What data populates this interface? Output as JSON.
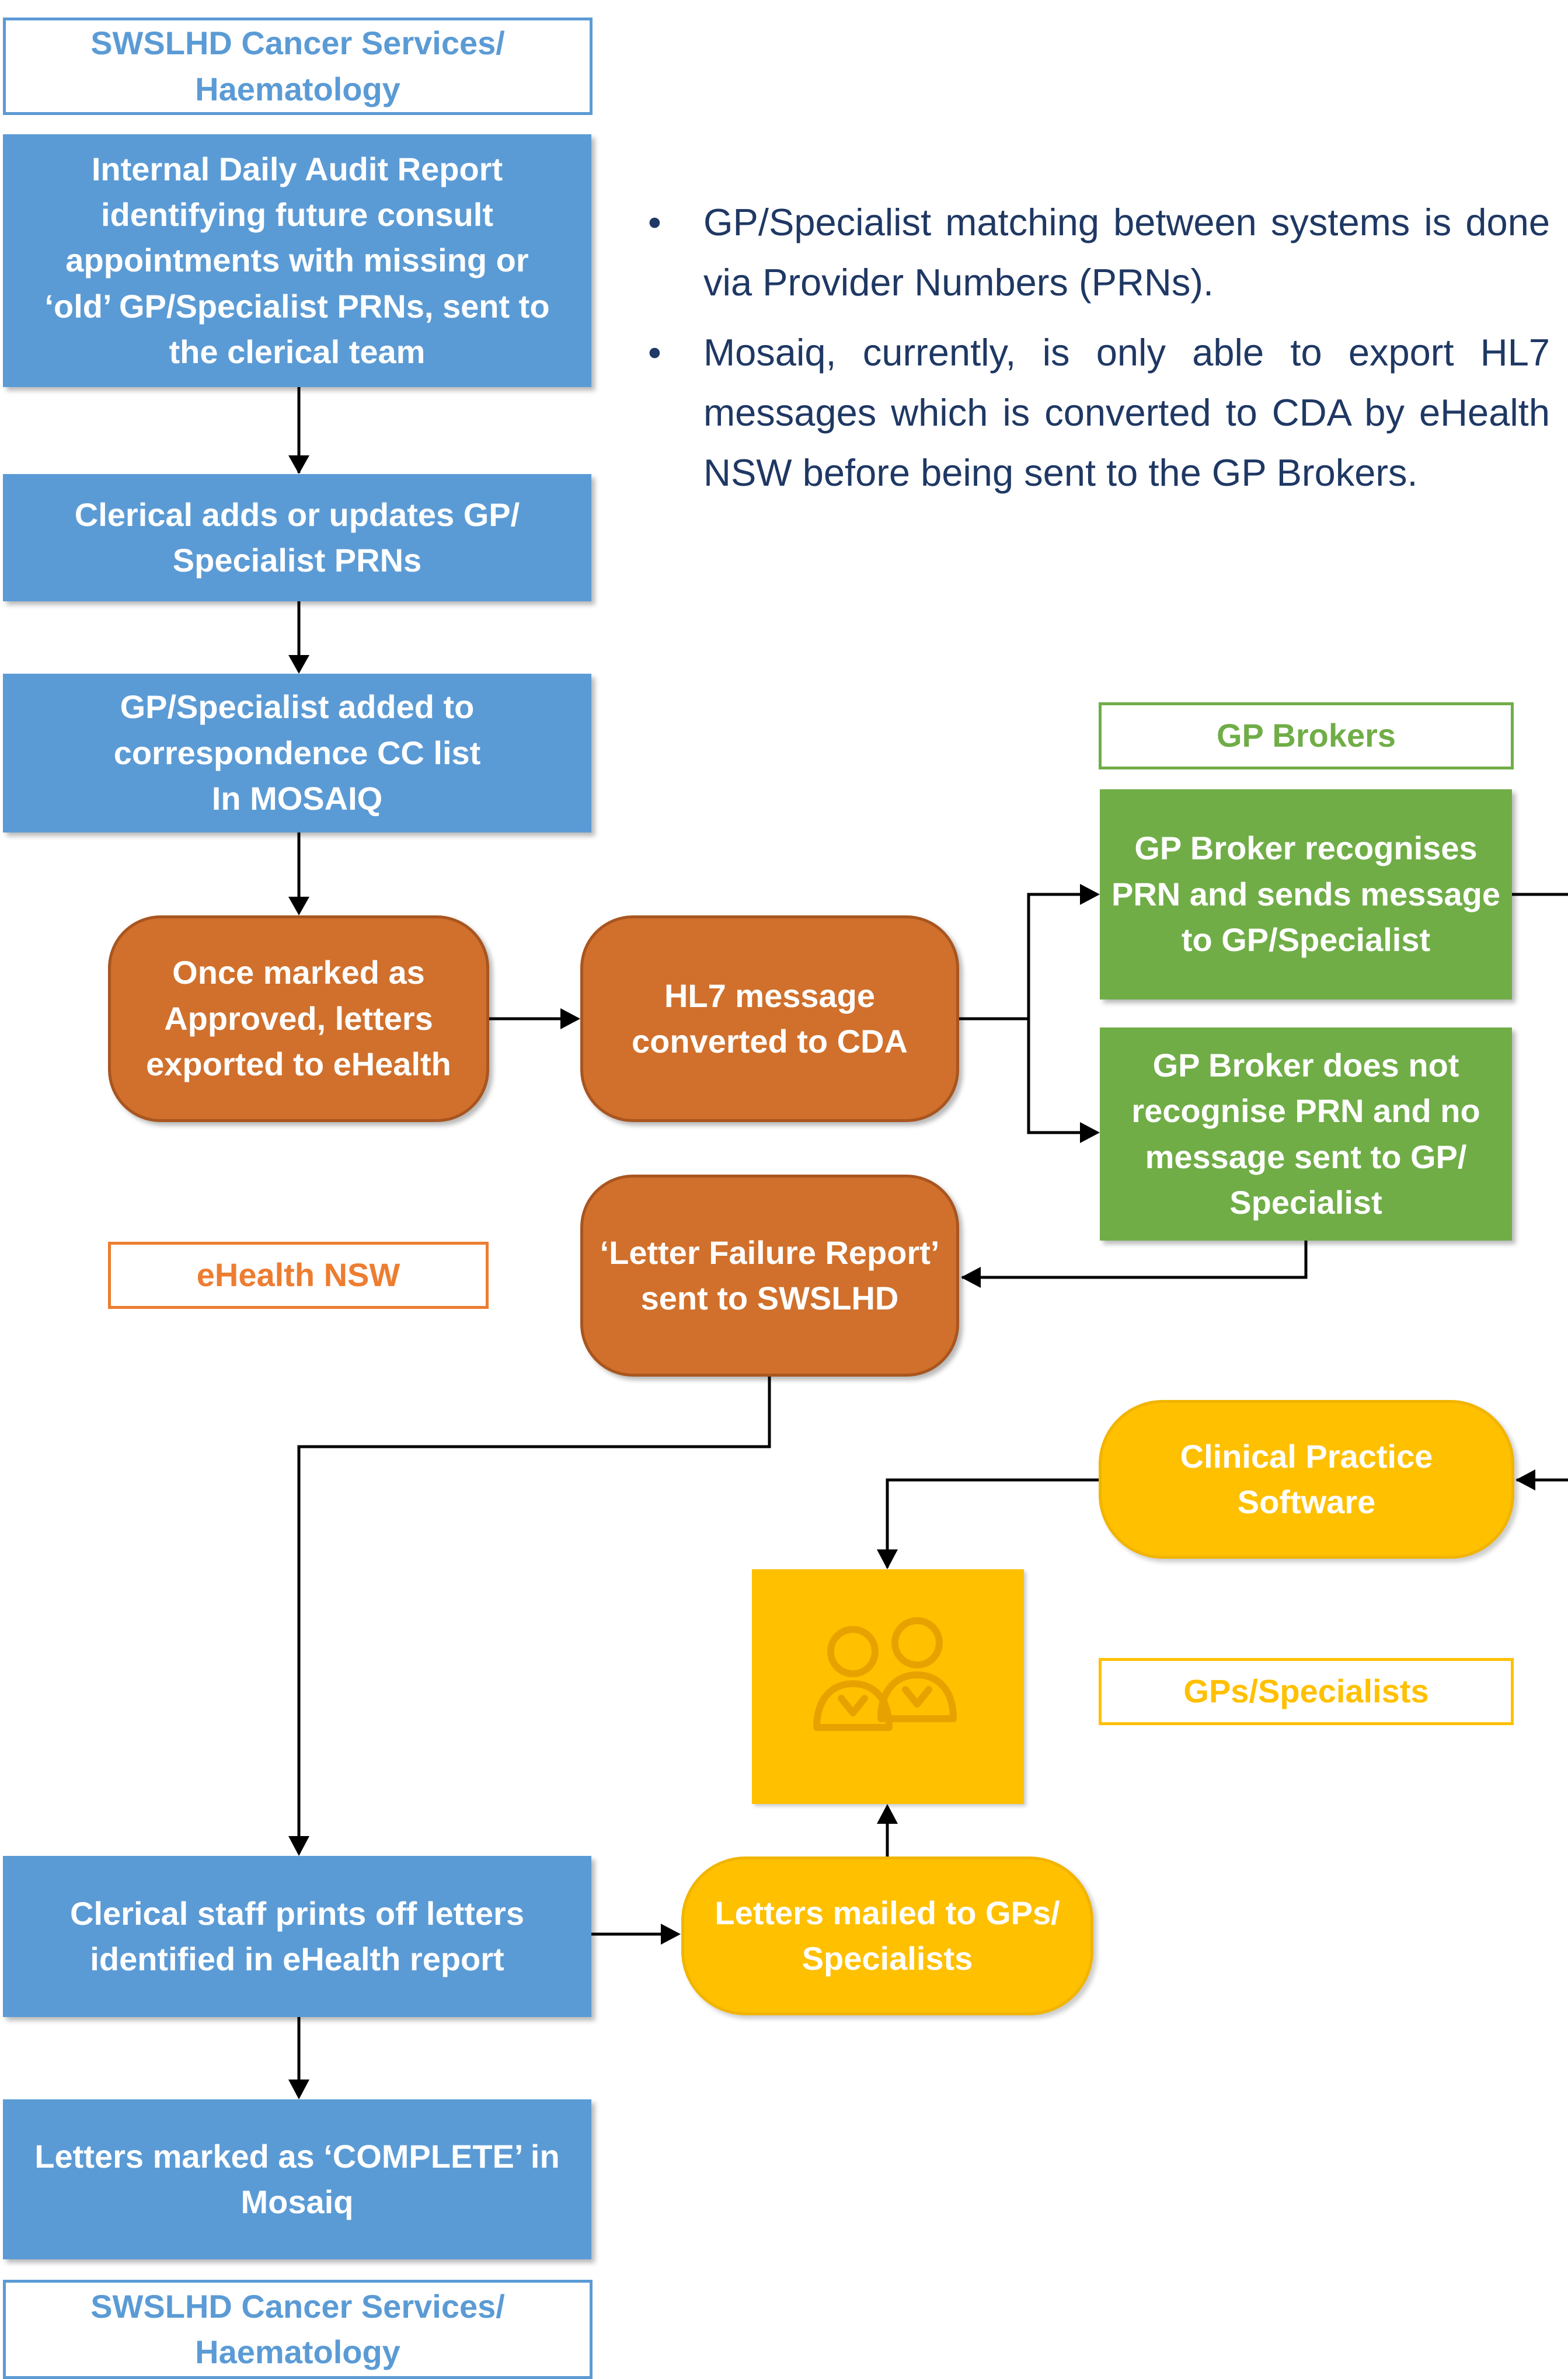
{
  "colors": {
    "blue": "#5B9BD5",
    "green": "#70AD47",
    "orange": "#D0702C",
    "yellow": "#FFC000",
    "notes_text": "#1F3864"
  },
  "lanes": {
    "swslhd_top": "SWSLHD Cancer Services/\nHaematology",
    "gp_brokers": "GP Brokers",
    "ehealth_nsw": "eHealth NSW",
    "gps_specialists": "GPs/Specialists",
    "swslhd_bottom": "SWSLHD Cancer Services/\nHaematology"
  },
  "notes": [
    "GP/Specialist matching between systems is done via Provider Numbers (PRNs).",
    "Mosaiq, currently, is only able to export HL7 messages which is converted to CDA by eHealth NSW before being sent to the GP Brokers."
  ],
  "bullet_glyph": "•",
  "steps": {
    "audit_report": "Internal Daily Audit Report\nidentifying future consult\nappointments with missing or\n‘old’ GP/Specialist PRNs, sent to\nthe clerical team",
    "clerical_updates": "Clerical adds or updates GP/\nSpecialist PRNs",
    "cc_list": "GP/Specialist added to\ncorrespondence CC list\nIn MOSAIQ",
    "approved_export": "Once marked as\nApproved, letters\nexported to eHealth",
    "hl7_convert": "HL7 message\nconverted to CDA",
    "broker_recognises": "GP Broker recognises\nPRN and sends message\nto GP/Specialist",
    "broker_not_recognise": "GP Broker does not\nrecognise PRN and no\nmessage sent to GP/\nSpecialist",
    "failure_report": "‘Letter Failure Report’\nsent to SWSLHD",
    "clinical_software": "Clinical Practice\nSoftware",
    "gp_icon": "people-icon",
    "prints_letters": "Clerical staff prints off letters\nidentified in eHealth report",
    "letters_mailed": "Letters mailed to GPs/\nSpecialists",
    "marked_complete": "Letters marked as ‘COMPLETE’ in\nMosaiq"
  }
}
